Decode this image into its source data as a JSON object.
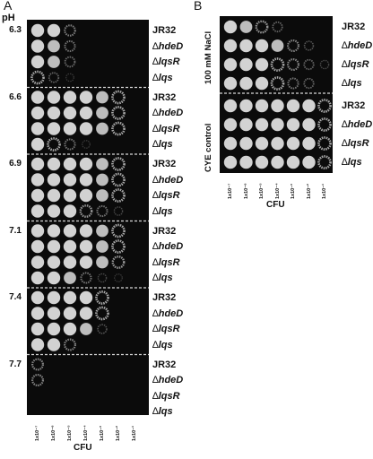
{
  "figure": {
    "panelA": {
      "letter": "A",
      "axis_head": "pH",
      "groups": [
        {
          "ph": "6.3",
          "strains": [
            "JR32",
            "hdeD",
            "lqsR",
            "lqs"
          ],
          "spots": [
            [
              1,
              1,
              0.55,
              0,
              0,
              0,
              0
            ],
            [
              1,
              0.9,
              0.5,
              0,
              0,
              0,
              0
            ],
            [
              1,
              0.9,
              0.45,
              0,
              0,
              0,
              0
            ],
            [
              0.8,
              0.4,
              0.1,
              0,
              0,
              0,
              0
            ]
          ]
        },
        {
          "ph": "6.6",
          "strains": [
            "JR32",
            "hdeD",
            "lqsR",
            "lqs"
          ],
          "spots": [
            [
              1,
              1,
              1,
              1,
              0.9,
              0.8,
              0
            ],
            [
              1,
              1,
              1,
              1,
              0.9,
              0.8,
              0
            ],
            [
              1,
              1,
              1,
              1,
              0.9,
              0.8,
              0
            ],
            [
              1,
              0.8,
              0.5,
              0.1,
              0,
              0,
              0
            ]
          ]
        },
        {
          "ph": "6.9",
          "strains": [
            "JR32",
            "hdeD",
            "lqsR",
            "lqs"
          ],
          "spots": [
            [
              1,
              1,
              1,
              1,
              0.9,
              0.8,
              0
            ],
            [
              1,
              1,
              1,
              1,
              0.9,
              0.8,
              0
            ],
            [
              1,
              1,
              1,
              1,
              0.9,
              0.8,
              0
            ],
            [
              1,
              1,
              1,
              0.7,
              0.5,
              0.2,
              0
            ]
          ]
        },
        {
          "ph": "7.1",
          "strains": [
            "JR32",
            "hdeD",
            "lqsR",
            "lqs"
          ],
          "spots": [
            [
              1,
              1,
              1,
              1,
              0.9,
              0.8,
              0
            ],
            [
              1,
              1,
              1,
              1,
              0.9,
              0.8,
              0
            ],
            [
              1,
              1,
              1,
              1,
              0.9,
              0.7,
              0
            ],
            [
              1,
              1,
              0.9,
              0.5,
              0.2,
              0.1,
              0
            ]
          ]
        },
        {
          "ph": "7.4",
          "strains": [
            "JR32",
            "hdeD",
            "lqsR",
            "lqs"
          ],
          "spots": [
            [
              1,
              1,
              1,
              1,
              0.8,
              0,
              0
            ],
            [
              1,
              1,
              1,
              1,
              0.8,
              0,
              0
            ],
            [
              1,
              1,
              1,
              0.9,
              0.3,
              0,
              0
            ],
            [
              1,
              1,
              0.6,
              0,
              0,
              0,
              0
            ]
          ]
        },
        {
          "ph": "7.7",
          "strains": [
            "JR32",
            "hdeD",
            "lqsR",
            "lqs"
          ],
          "spots": [
            [
              0.6,
              0,
              0,
              0,
              0,
              0,
              0
            ],
            [
              0.6,
              0,
              0,
              0,
              0,
              0,
              0
            ],
            [
              0,
              0,
              0,
              0,
              0,
              0,
              0
            ],
            [
              0,
              0,
              0,
              0,
              0,
              0,
              0
            ]
          ]
        }
      ],
      "dilutions": [
        "1x10⁻⁷",
        "1x10⁻⁶",
        "1x10⁻⁵",
        "1x10⁻⁴",
        "1x10⁻³",
        "1x10⁻²",
        "1x10⁻¹"
      ],
      "x_title": "CFU"
    },
    "panelB": {
      "letter": "B",
      "groups": [
        {
          "condition": "100 mM NaCl",
          "strains": [
            "JR32",
            "hdeD",
            "lqsR",
            "lqs"
          ],
          "spots": [
            [
              1,
              0.9,
              0.7,
              0.4,
              0,
              0,
              0
            ],
            [
              1,
              1,
              1,
              0.9,
              0.6,
              0.3,
              0
            ],
            [
              1,
              1,
              1,
              0.8,
              0.6,
              0.4,
              0.2
            ],
            [
              1,
              1,
              1,
              0.8,
              0.5,
              0.4,
              0
            ]
          ]
        },
        {
          "condition": "CYE control",
          "strains": [
            "JR32",
            "hdeD",
            "lqsR",
            "lqs"
          ],
          "spots": [
            [
              1,
              1,
              1,
              1,
              1,
              1,
              0.8
            ],
            [
              1,
              1,
              1,
              1,
              1,
              1,
              0.8
            ],
            [
              1,
              1,
              1,
              1,
              1,
              1,
              0.8
            ],
            [
              1,
              1,
              1,
              1,
              1,
              1,
              0.8
            ]
          ]
        }
      ],
      "dilutions": [
        "1x10⁻⁷",
        "1x10⁻⁶",
        "1x10⁻⁵",
        "1x10⁻⁴",
        "1x10⁻³",
        "1x10⁻²",
        "1x10⁻¹"
      ],
      "x_title": "CFU"
    },
    "delta_symbol": "∆",
    "colors": {
      "plate": "#0b0b0b",
      "separator": "#d8d8d8",
      "colony": "#c9c9c9"
    }
  }
}
